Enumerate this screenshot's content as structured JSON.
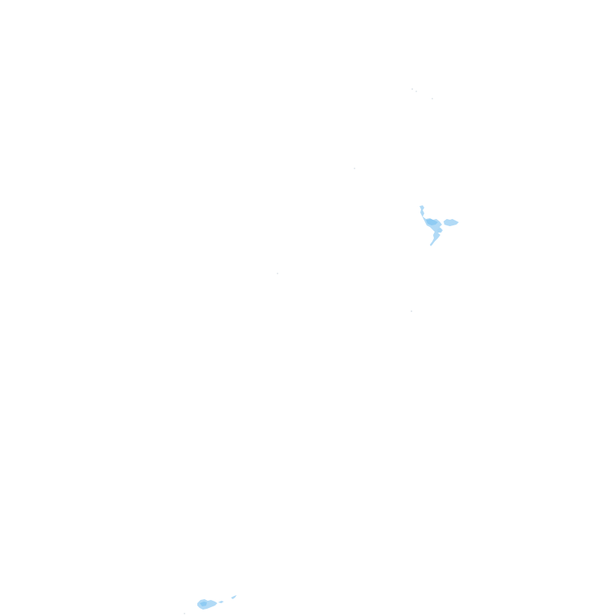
{
  "map": {
    "background_color": "#ffffff",
    "water_color": "#a9d6f5",
    "water_color_dark": "#8ecbf3",
    "speck_color": "#c9d4db",
    "features": [
      {
        "name": "water-body-northeast",
        "kind": "water"
      },
      {
        "name": "water-body-southwest",
        "kind": "water"
      }
    ]
  }
}
